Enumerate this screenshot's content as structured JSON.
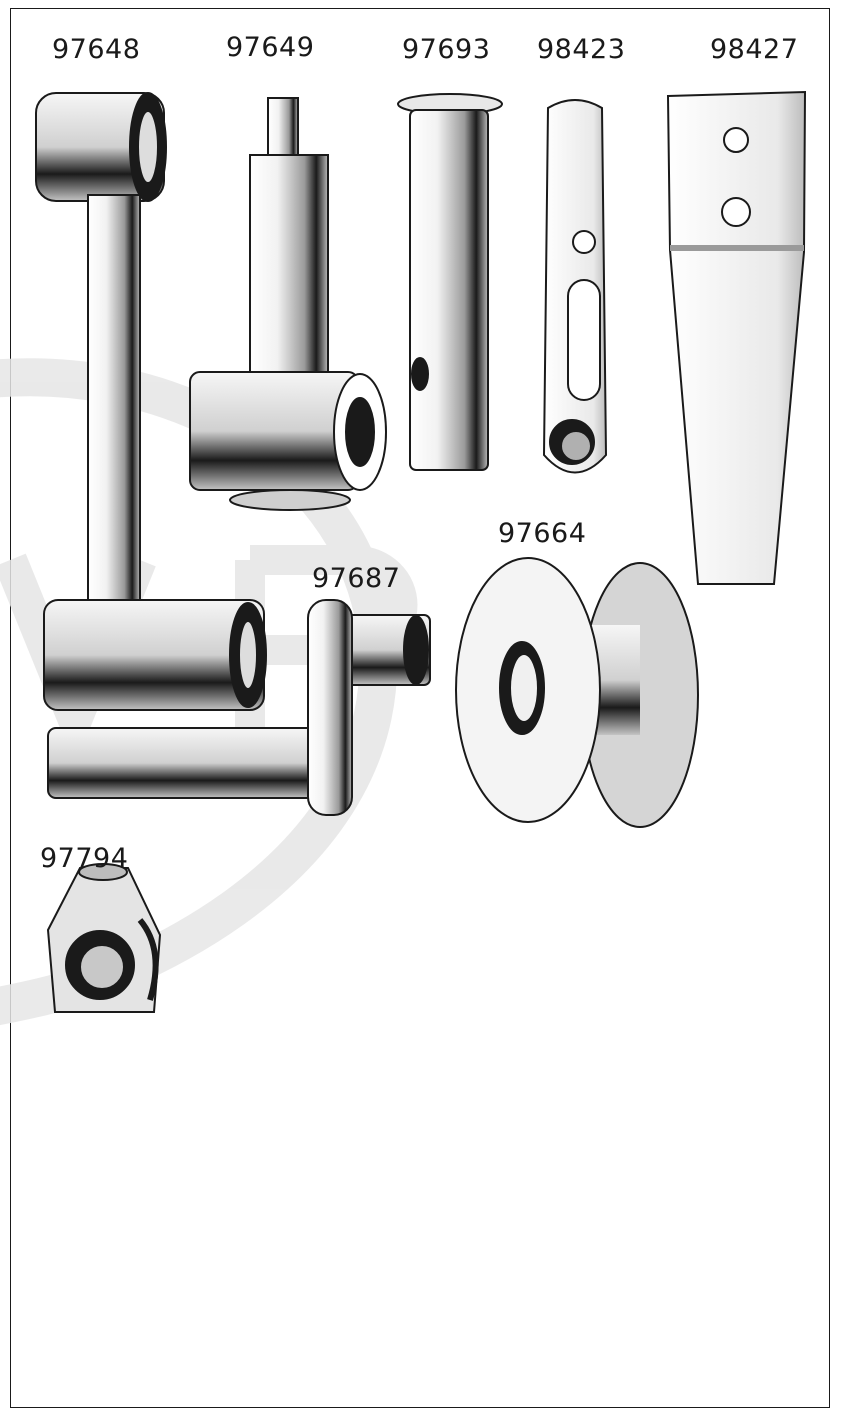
{
  "parts": [
    {
      "id": "97648",
      "label": "97648"
    },
    {
      "id": "97649",
      "label": "97649"
    },
    {
      "id": "97693",
      "label": "97693"
    },
    {
      "id": "98423",
      "label": "98423"
    },
    {
      "id": "98427",
      "label": "98427"
    },
    {
      "id": "97664",
      "label": "97664"
    },
    {
      "id": "97687",
      "label": "97687"
    },
    {
      "id": "97794",
      "label": "97794"
    }
  ],
  "colors": {
    "ink": "#1a1a1a",
    "paper": "#ffffff",
    "watermark": "#e6e6e6"
  },
  "watermark": {
    "kind": "logo",
    "text": "VEP"
  }
}
